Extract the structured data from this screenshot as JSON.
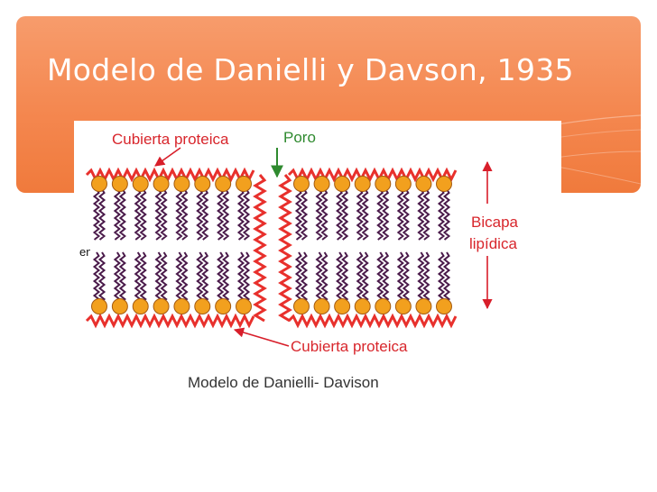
{
  "slide": {
    "title": "Modelo de Danielli y Davson, 1935"
  },
  "diagram": {
    "label_top_left": "Cubierta proteica",
    "label_pore": "Poro",
    "label_bilayer_line1": "Bicapa",
    "label_bilayer_line2": "lipídica",
    "label_bottom": "Cubierta proteica",
    "caption": "Modelo de Danielli- Davison",
    "cutoff_text": "en",
    "colors": {
      "protein_coat": "#e8302c",
      "lipid_head": "#f2a01e",
      "lipid_tail": "#4a1a4a",
      "arrow": "#d81e2a",
      "pore_arrow": "#2f8a2f",
      "label_red": "#d8262c",
      "label_green": "#2f8a2f"
    }
  }
}
